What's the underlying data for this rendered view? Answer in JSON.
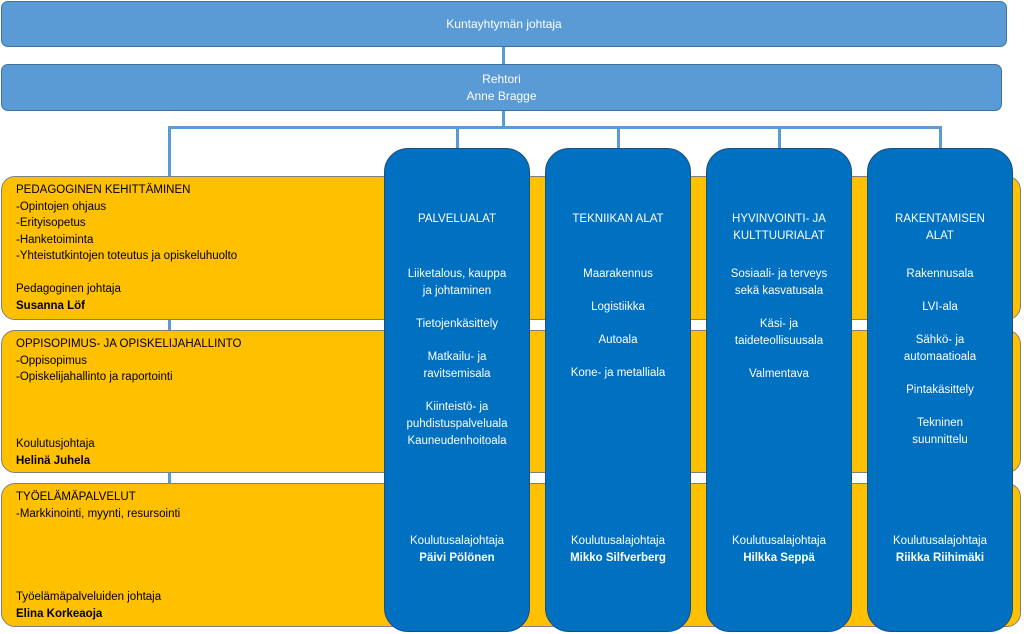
{
  "top": {
    "title": "Kuntayhtymän johtaja"
  },
  "rehtori": {
    "title": "Rehtori",
    "name": "Anne Bragge"
  },
  "units": [
    {
      "heading": "PEDAGOGINEN KEHITTÄMINEN",
      "items": [
        "-Opintojen ohjaus",
        "-Erityisopetus",
        "-Hanketoiminta",
        "-Yhteistutkintojen toteutus ja opiskeluhuolto"
      ],
      "role": "Pedagoginen johtaja",
      "person": "Susanna Löf"
    },
    {
      "heading": "OPPISOPIMUS- JA OPISKELIJAHALLINTO",
      "items": [
        "-Oppisopimus",
        "-Opiskelijahallinto ja raportointi"
      ],
      "role": "Koulutusjohtaja",
      "person": "Helinä Juhela"
    },
    {
      "heading": "TYÖELÄMÄPALVELUT",
      "items": [
        "-Markkinointi, myynti, resursointi"
      ],
      "role": "Työelämäpalveluiden johtaja",
      "person": "Elina Korkeaoja"
    }
  ],
  "fields": [
    {
      "title": "PALVELUALAT",
      "items": [
        "Liiketalous, kauppa\nja johtaminen",
        "Tietojenkäsittely",
        "Matkailu- ja\nravitsemisala",
        "Kiinteistö- ja\npuhdistuspalveluala\nKauneudenhoitoala"
      ],
      "role": "Koulutusalajohtaja",
      "person": "Päivi Pölönen"
    },
    {
      "title": "TEKNIIKAN ALAT",
      "items": [
        "Maarakennus",
        "Logistiikka",
        "Autoala",
        "Kone- ja metalliala"
      ],
      "role": "Koulutusalajohtaja",
      "person": "Mikko Silfverberg"
    },
    {
      "title": "HYVINVOINTI- JA\nKULTTUURIALAT",
      "items": [
        "Sosiaali- ja terveys\nsekä kasvatusala",
        "Käsi- ja\ntaideteollisuusala",
        "Valmentava"
      ],
      "role": "Koulutusalajohtaja",
      "person": "Hilkka Seppä"
    },
    {
      "title": "RAKENTAMISEN\nALAT",
      "items": [
        "Rakennusala",
        "LVI-ala",
        "Sähkö- ja\nautomaatioala",
        "Pintakäsittely",
        "Tekninen\nsuunnittelu"
      ],
      "role": "Koulutusalajohtaja",
      "person": "Riikka Riihimäki"
    }
  ],
  "colors": {
    "light_blue": "#5b9bd5",
    "dark_blue": "#0070c0",
    "yellow": "#ffc000"
  }
}
